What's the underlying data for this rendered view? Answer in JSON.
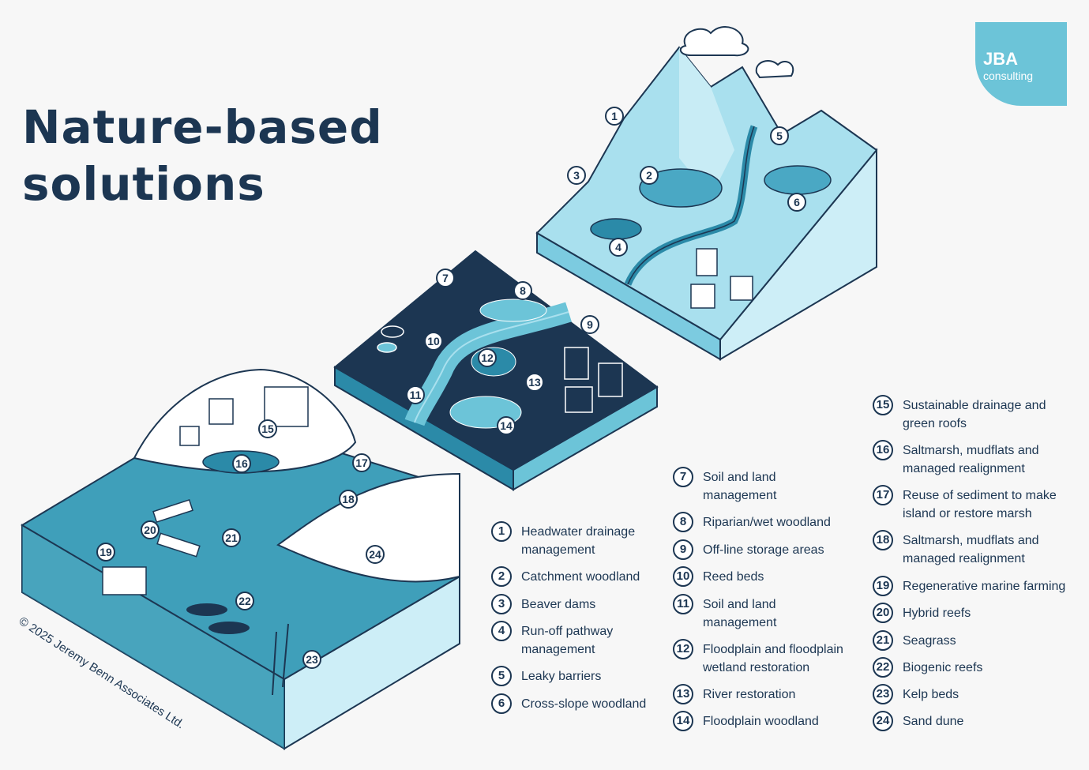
{
  "title": {
    "line1": "Nature-based",
    "line2": "solutions"
  },
  "logo": {
    "brand": "JBA",
    "sub": "consulting",
    "color": "#6cc4d8"
  },
  "copyright": "© 2025 Jeremy Benn Associates Ltd.",
  "colors": {
    "dark_navy": "#1c3652",
    "light_blue": "#a9e0ee",
    "mid_blue": "#2b8aa8",
    "white": "#ffffff"
  },
  "legend": [
    {
      "num": "1",
      "label": "Headwater drainage management"
    },
    {
      "num": "2",
      "label": "Catchment woodland"
    },
    {
      "num": "3",
      "label": "Beaver dams"
    },
    {
      "num": "4",
      "label": "Run-off pathway management"
    },
    {
      "num": "5",
      "label": "Leaky barriers"
    },
    {
      "num": "6",
      "label": "Cross-slope woodland"
    },
    {
      "num": "7",
      "label": "Soil and land management"
    },
    {
      "num": "8",
      "label": "Riparian/wet woodland"
    },
    {
      "num": "9",
      "label": "Off-line storage areas"
    },
    {
      "num": "10",
      "label": "Reed beds"
    },
    {
      "num": "11",
      "label": "Soil and land management"
    },
    {
      "num": "12",
      "label": "Floodplain and floodplain wetland restoration"
    },
    {
      "num": "13",
      "label": "River restoration"
    },
    {
      "num": "14",
      "label": "Floodplain woodland"
    },
    {
      "num": "15",
      "label": "Sustainable drainage and green roofs"
    },
    {
      "num": "16",
      "label": "Saltmarsh, mudflats and managed realignment"
    },
    {
      "num": "17",
      "label": "Reuse of sediment to make island or restore marsh"
    },
    {
      "num": "18",
      "label": "Saltmarsh, mudflats and managed realignment"
    },
    {
      "num": "19",
      "label": "Regenerative marine farming"
    },
    {
      "num": "20",
      "label": "Hybrid reefs"
    },
    {
      "num": "21",
      "label": "Seagrass"
    },
    {
      "num": "22",
      "label": "Biogenic reefs"
    },
    {
      "num": "23",
      "label": "Kelp beds"
    },
    {
      "num": "24",
      "label": "Sand dune"
    }
  ]
}
